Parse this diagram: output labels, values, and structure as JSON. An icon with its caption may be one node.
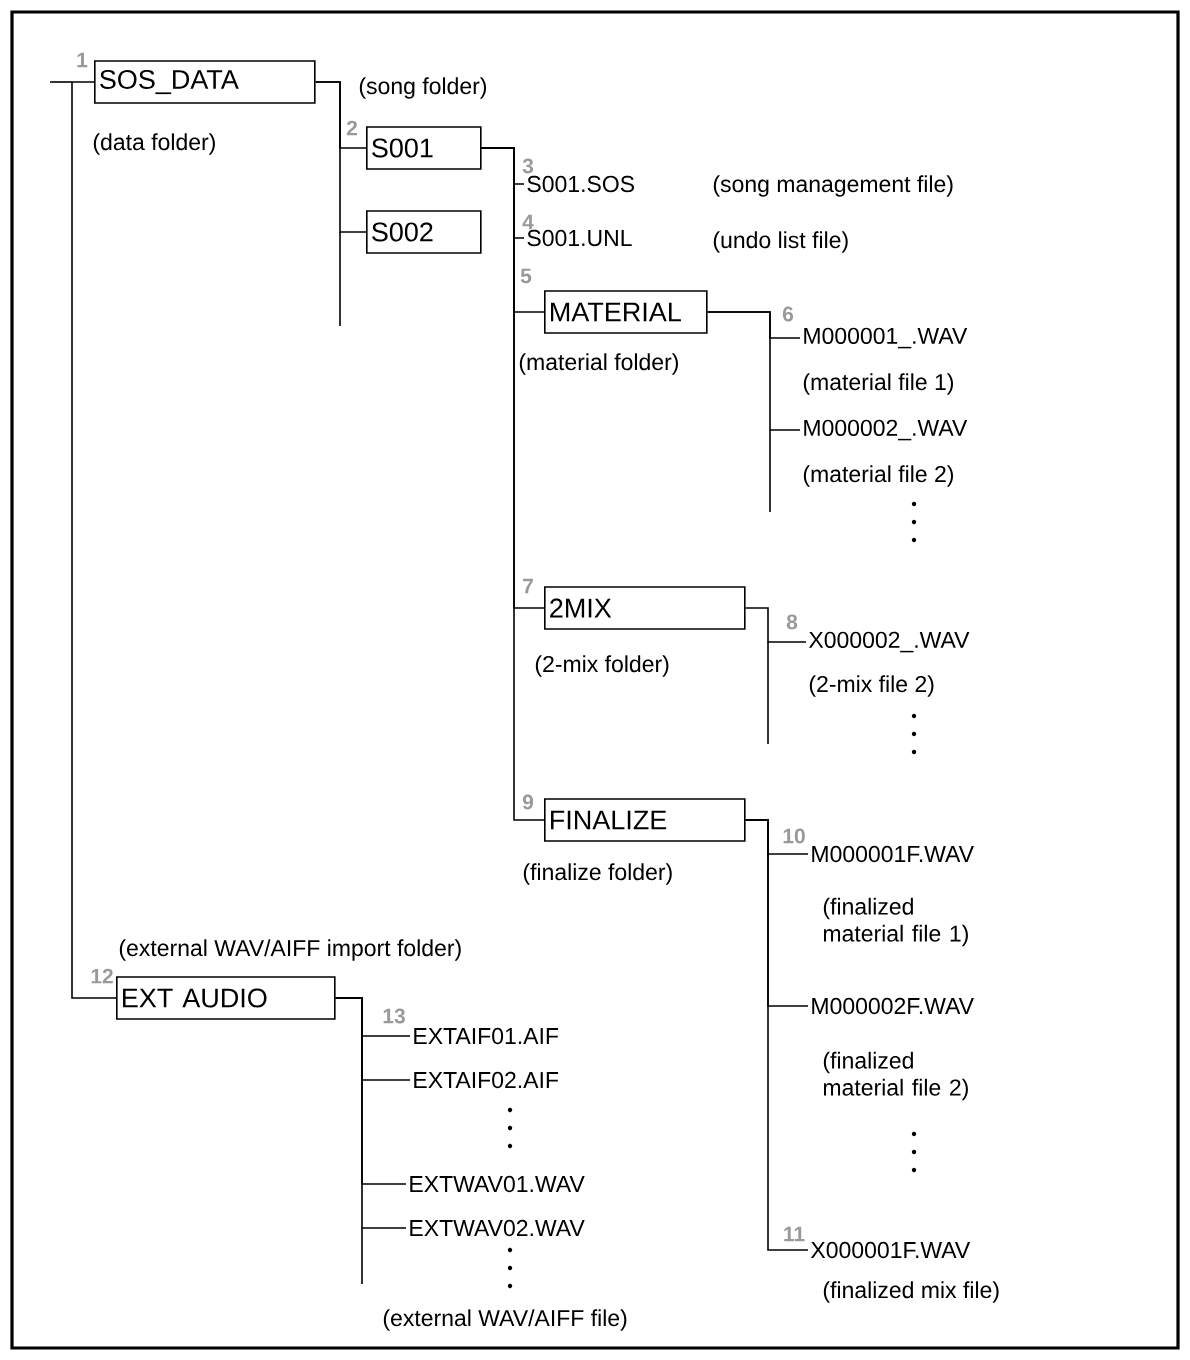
{
  "diagram": {
    "nodes": [
      {
        "text": [
          "SOS_DATA"
        ],
        "beside": [
          "(data folder)"
        ]
      },
      {
        "text": [
          "S001"
        ]
      },
      {
        "text": [
          "S002"
        ]
      },
      {
        "text": [
          "S001.SOS"
        ],
        "beside": [
          "(song management file)"
        ]
      },
      {
        "text": [
          "S001.UNL"
        ],
        "beside": [
          "(undo list file)"
        ]
      },
      {
        "text": [
          "MATERIAL"
        ],
        "beside": [
          "(material folder)"
        ]
      },
      {
        "text": [
          "M000001_.WAV"
        ],
        "beside": [
          "(material file 1)"
        ]
      },
      {
        "text": [
          "M000002_.WAV"
        ],
        "beside": [
          "(material file 2)"
        ]
      },
      {
        "text": [
          "2MIX"
        ],
        "beside": [
          "(2-mix folder)"
        ]
      },
      {
        "text": [
          "X000002_.WAV"
        ],
        "beside": [
          "(2-mix file 2)"
        ]
      },
      {
        "text": [
          "FINALIZE"
        ],
        "beside": [
          "(finalize folder)"
        ]
      },
      {
        "text": [
          "M000001F.WAV"
        ],
        "beside": [
          "(finalized material file 1)"
        ]
      },
      {
        "text": [
          "M000002F.WAV"
        ],
        "beside": [
          "(finalized material file 2)"
        ]
      },
      {
        "text": [
          "X000001F.WAV"
        ],
        "beside": [
          "(finalized mix file)"
        ]
      },
      {
        "text": [
          "EXT AUDIO"
        ],
        "beside": [
          "(external WAV/AIFF import folder)"
        ]
      },
      {
        "text": [
          "EXTAIF01.AIF"
        ]
      },
      {
        "text": [
          "EXTAIF02.AIF"
        ]
      },
      {
        "text": [
          "EXTWAV01.WAV"
        ]
      },
      {
        "text": [
          "EXTWAV02.WAV"
        ]
      }
    ],
    "edges": [
      {
        "from": 0,
        "to": 1,
        "arrow": "none"
      },
      {
        "from": 0,
        "to": 2,
        "arrow": "none"
      },
      {
        "from": 1,
        "to": 3,
        "arrow": "none"
      },
      {
        "from": 1,
        "to": 4,
        "arrow": "none"
      },
      {
        "from": 1,
        "to": 5,
        "arrow": "none"
      },
      {
        "from": 1,
        "to": 8,
        "arrow": "none"
      },
      {
        "from": 1,
        "to": 10,
        "arrow": "none"
      },
      {
        "from": 5,
        "to": 6,
        "arrow": "none"
      },
      {
        "from": 5,
        "to": 7,
        "arrow": "none"
      },
      {
        "from": 8,
        "to": 9,
        "arrow": "none"
      },
      {
        "from": 10,
        "to": 11,
        "arrow": "none"
      },
      {
        "from": 10,
        "to": 12,
        "arrow": "none"
      },
      {
        "from": 10,
        "to": 13,
        "arrow": "none"
      },
      {
        "from": 0,
        "to": 14,
        "arrow": "none"
      },
      {
        "from": 14,
        "to": 15,
        "arrow": "none"
      },
      {
        "from": 14,
        "to": 16,
        "arrow": "none"
      },
      {
        "from": 14,
        "to": 17,
        "arrow": "none"
      },
      {
        "from": 14,
        "to": 18,
        "arrow": "none"
      }
    ],
    "labels": [
      "1",
      "(song folder)",
      "2",
      "3",
      "4",
      "5",
      "6",
      "7",
      "8",
      "9",
      "10",
      "12",
      "13",
      "11",
      "(external WAV/AIFF file)"
    ]
  }
}
